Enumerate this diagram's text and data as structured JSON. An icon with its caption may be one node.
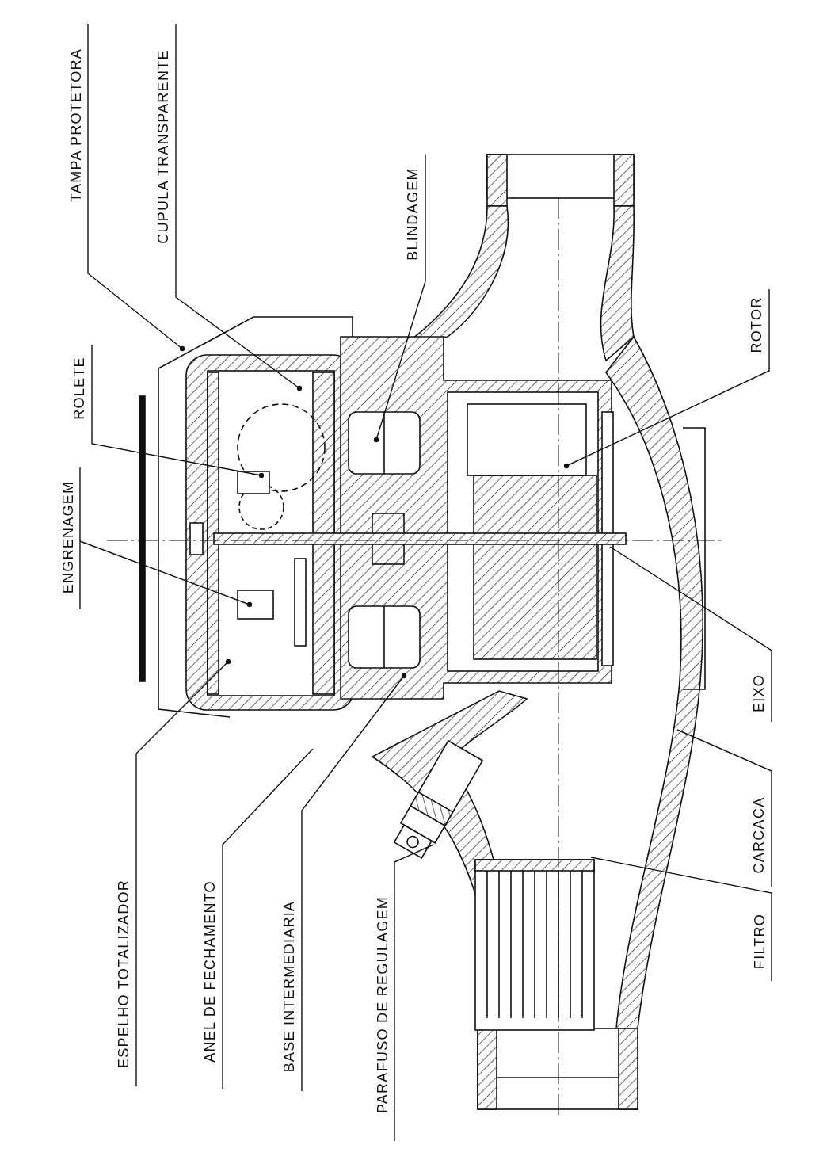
{
  "diagram": {
    "nodes": [
      {
        "text": [
          "TAMPA PROTETORA"
        ]
      },
      {
        "text": [
          "CUPULA TRANSPARENTE"
        ]
      },
      {
        "text": [
          "ROLETE"
        ]
      },
      {
        "text": [
          "ENGRENAGEM"
        ]
      },
      {
        "text": [
          "BLINDAGEM"
        ]
      },
      {
        "text": [
          "ROTOR"
        ]
      },
      {
        "text": [
          "ESPELHO TOTALIZADOR"
        ]
      },
      {
        "text": [
          "ANEL DE FECHAMENTO"
        ]
      },
      {
        "text": [
          "BASE INTERMEDIARIA"
        ]
      },
      {
        "text": [
          "PARAFUSO DE REGULAGEM"
        ]
      },
      {
        "text": [
          "EIXO"
        ]
      },
      {
        "text": [
          "CARCACA"
        ]
      },
      {
        "text": [
          "FILTRO"
        ]
      }
    ],
    "edges": [
      {
        "from": 0,
        "to": null,
        "arrow": "other"
      },
      {
        "from": 1,
        "to": null,
        "arrow": "other"
      },
      {
        "from": 2,
        "to": null,
        "arrow": "other"
      },
      {
        "from": 3,
        "to": null,
        "arrow": "other"
      },
      {
        "from": 4,
        "to": null,
        "arrow": "other"
      },
      {
        "from": 5,
        "to": null,
        "arrow": "other"
      },
      {
        "from": 6,
        "to": null,
        "arrow": "other"
      },
      {
        "from": 7,
        "to": null,
        "arrow": "none"
      },
      {
        "from": 8,
        "to": null,
        "arrow": "other"
      },
      {
        "from": 9,
        "to": null,
        "arrow": "none"
      },
      {
        "from": 10,
        "to": null,
        "arrow": "none"
      },
      {
        "from": 11,
        "to": null,
        "arrow": "none"
      },
      {
        "from": 12,
        "to": null,
        "arrow": "none"
      }
    ]
  }
}
